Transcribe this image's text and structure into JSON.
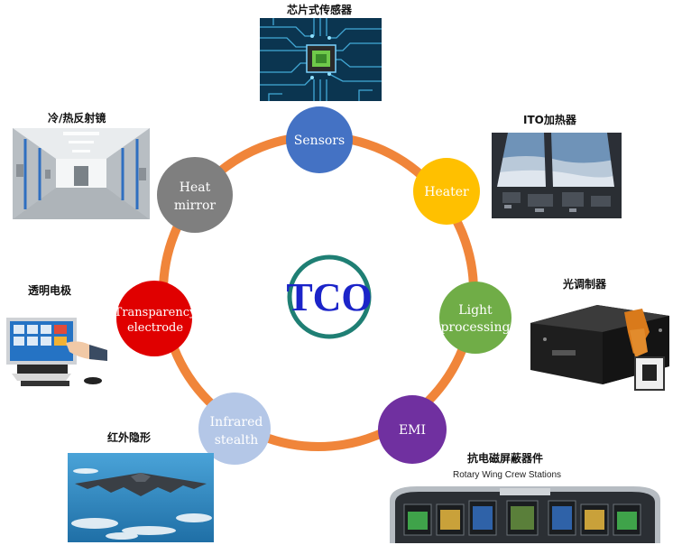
{
  "center": {
    "label": "TCO",
    "text_color": "#1b24c9",
    "ring_color": "#1f7f74"
  },
  "ring_color": "#f0853a",
  "nodes": [
    {
      "id": "sensors",
      "label": "Sensors",
      "color": "#4472c4"
    },
    {
      "id": "heater",
      "label": "Heater",
      "color": "#ffc000"
    },
    {
      "id": "light",
      "label": "Light processing",
      "color": "#70ad47"
    },
    {
      "id": "emi",
      "label": "EMI",
      "color": "#7030a0"
    },
    {
      "id": "infrared",
      "label": "Infrared stealth",
      "color": "#b4c7e7"
    },
    {
      "id": "transparency",
      "label": "Transparency electrode",
      "color": "#e00000"
    },
    {
      "id": "heatmirror",
      "label": "Heat mirror",
      "color": "#7f7f7f"
    }
  ],
  "captions": {
    "chip": "芯片式传感器",
    "ito": "ITO加热器",
    "modulator": "光调制器",
    "emi": "抗电磁屏蔽器件",
    "stealth": "红外隐形",
    "electrode": "透明电极",
    "mirror": "冷/热反射镜"
  },
  "panel_title": "Rotary Wing Crew Stations"
}
